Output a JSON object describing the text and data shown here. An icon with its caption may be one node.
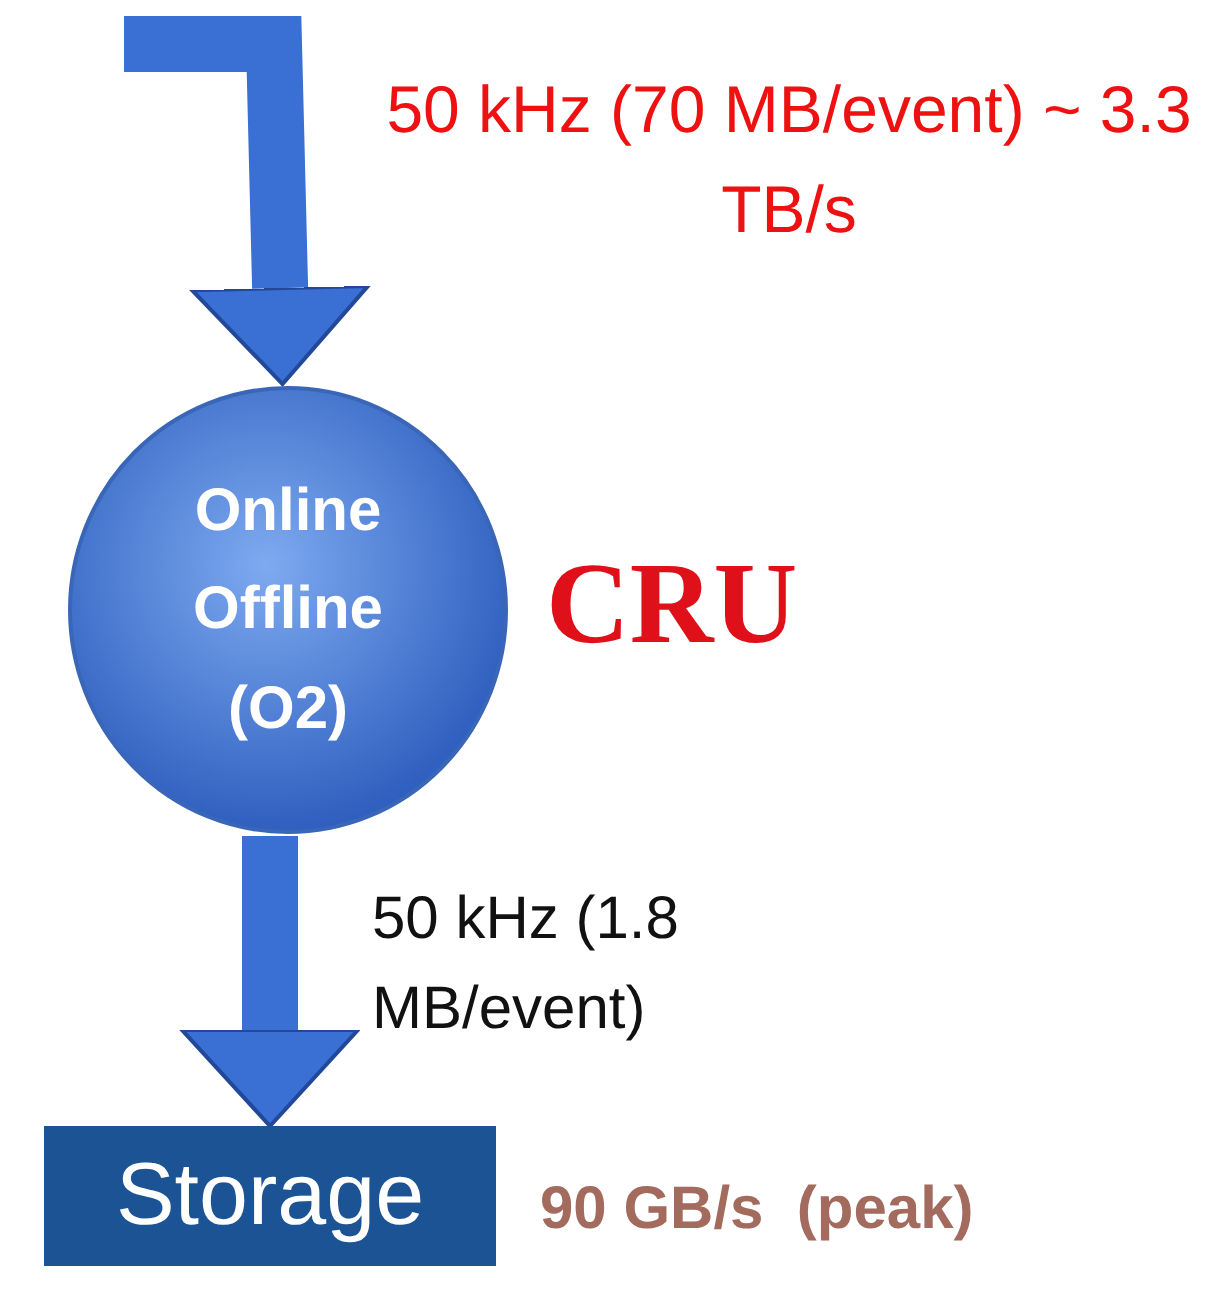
{
  "diagram": {
    "nodes": [
      {
        "text": [
          "Online Offline (O2)"
        ],
        "beside": [
          "CRU"
        ]
      },
      {
        "text": [
          "Storage"
        ],
        "beside": [
          "90 GB/s  (peak)"
        ]
      }
    ],
    "edges": [
      {
        "from": null,
        "to": 0,
        "arrow": "to",
        "label": "50 kHz (70 MB/event) ~ 3.3 TB/s"
      },
      {
        "from": 0,
        "to": 1,
        "arrow": "to",
        "label": "50 kHz (1.8 MB/event)"
      }
    ]
  }
}
